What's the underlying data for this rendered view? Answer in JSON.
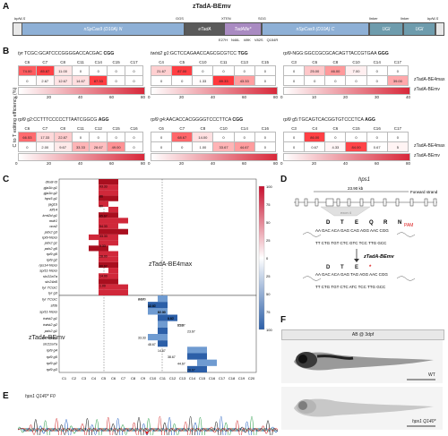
{
  "panels": {
    "a": "A",
    "b": "B",
    "c": "C",
    "d": "D",
    "e": "E",
    "f": "F"
  },
  "construct": {
    "title": "zTadA-BEmv",
    "bpNLS_left": "bpNLS",
    "GGS": "GGS",
    "XTEN": "XTEN",
    "SGG": "SGG",
    "linker1": "linker",
    "linker2": "linker",
    "bpNLS_right": "bpNLS",
    "nCas9_N": "nSpCas9 (D10A) N",
    "eTadA": "eTadA",
    "TadA8e": "TadA8e*",
    "nCas9_C": "nSpCas9 (D10A) C",
    "UGI1": "UGI",
    "UGI2": "UGI",
    "mutations": [
      "E27H",
      "N46L",
      "I49K",
      "V82S",
      "Q154R"
    ]
  },
  "panelB": {
    "ylabel": "C to T editing efficiency (%)",
    "row_labels": [
      "zTadA-BE4max",
      "zTadA-BEmv"
    ],
    "blocks": [
      {
        "title_gene": "tyr",
        "title_seq": " TCGC:GCATCCCGGGGACCACGAC ",
        "title_pam": "CGG",
        "cols": [
          "C6",
          "C7",
          "C8",
          "C11",
          "C14",
          "C15",
          "C17"
        ],
        "row1": [
          "74.00",
          "85.87",
          "11.00",
          "0",
          "0",
          "0",
          "0"
        ],
        "row2": [
          "0",
          "2.67",
          "12.67",
          "14.67",
          "87.33",
          "0",
          "0"
        ],
        "ticks": [
          "0",
          "20",
          "40",
          "60",
          "80"
        ]
      },
      {
        "title_gene": "twist2 g1",
        "title_seq": ":GCTCCAGAACCAGCGCGTCC ",
        "title_pam": "TGG",
        "cols": [
          "C4",
          "C5",
          "C10",
          "C11",
          "C13",
          "C15"
        ],
        "row1": [
          "21.67",
          "87.00",
          "0",
          "0",
          "0",
          "0"
        ],
        "row2": [
          "0",
          "0",
          "1.33",
          "89.33",
          "43.33",
          "0"
        ],
        "ticks": [
          "0",
          "20",
          "40",
          "60",
          "80"
        ]
      },
      {
        "title_gene": "rpl9",
        "title_seq": "-NGG:GGCCGCGCACAGTTACCGTGAA ",
        "title_pam": "GGG",
        "cols": [
          "C3",
          "C6",
          "C8",
          "C10",
          "C14",
          "C17"
        ],
        "row1": [
          "0",
          "25.00",
          "46.00",
          "7.00",
          "0",
          "0"
        ],
        "row2": [
          "0",
          "0",
          "0",
          "0",
          "0",
          "39.00"
        ],
        "ticks": [
          "0",
          "10",
          "20",
          "30",
          "40"
        ]
      },
      {
        "title_gene": "rpl9",
        "title_seq": " g2:CCTTTCCCCCTTAATCGGCG ",
        "title_pam": "AGG",
        "cols": [
          "C6",
          "C7",
          "C8",
          "C11",
          "C12",
          "C15",
          "C16"
        ],
        "row1": [
          "66.53",
          "17.33",
          "22.87",
          "0",
          "0",
          "0",
          "0"
        ],
        "row2": [
          "0",
          "2.00",
          "9.67",
          "33.33",
          "28.67",
          "49.00",
          "0"
        ],
        "ticks": [
          "0",
          "20",
          "40",
          "60",
          "80"
        ]
      },
      {
        "title_gene": "rpl9",
        "title_seq": " g4:AACACCACGGGGTCCCTTCA ",
        "title_pam": "CGG",
        "cols": [
          "C6",
          "C7",
          "C8",
          "C10",
          "C14",
          "C16"
        ],
        "row1": [
          "0",
          "68.67",
          "14.00",
          "0",
          "0",
          "0"
        ],
        "row2": [
          "0",
          "0",
          "1.00",
          "33.67",
          "44.67",
          "0"
        ],
        "ticks": [
          "0",
          "20",
          "40",
          "60",
          "80"
        ]
      },
      {
        "title_gene": "rpl9",
        "title_seq": " g5:TGCAGTCACGGTGTCCCTCA ",
        "title_pam": "AGG",
        "cols": [
          "C3",
          "C4",
          "C6",
          "C15",
          "C16",
          "C17"
        ],
        "row1": [
          "0",
          "86.00",
          "0",
          "0",
          "0",
          "0"
        ],
        "row2": [
          "0",
          "0.67",
          "4.33",
          "84.00",
          "0.67",
          "5"
        ],
        "ticks": [
          "0",
          "20",
          "40",
          "60",
          "80"
        ]
      }
    ]
  },
  "panelC": {
    "top_label": "zTadA-BE4max",
    "bottom_label": "zTadA-BEmv",
    "colorbar_ticks": [
      "100",
      "75",
      "50",
      "25",
      "0",
      "25",
      "50",
      "75",
      "100"
    ],
    "x_ticks": [
      "C1",
      "C2",
      "C3",
      "C4",
      "C5",
      "C6",
      "C7",
      "C8",
      "C9",
      "C10",
      "C11",
      "C12",
      "C13",
      "C14",
      "C15",
      "C16",
      "C17",
      "C18",
      "C19",
      "C20"
    ],
    "top_rows": [
      "dhx8-t3",
      "gja1b g1",
      "gja1b g2",
      "hps5 g1",
      "jag1b",
      "kif14",
      "kmt2d g1",
      "mdr1",
      "oca2",
      "pdx2 g3",
      "rpl9-NGG",
      "pdx2 g1",
      "pdx2 g5",
      "rpl9 g5",
      "rpl9 g2",
      "rps14-NGG",
      "spi11-NGG",
      "slc22a7a",
      "slc24a5",
      "tyr TCGC",
      "tyr g3"
    ],
    "bottom_rows": [
      "tyr TCGC",
      "sf3b",
      "spi11-NGG",
      "twist2 g1",
      "twist2 g2",
      "pdx2 g1",
      "rpl9-NGG",
      "slc22a7a",
      "rpl9 g4",
      "rpl9 g5",
      "rpl9 g2",
      "rpl9 g3"
    ],
    "top_values": [
      "93.33",
      "86",
      "80",
      "65.67",
      "54.33",
      "33.33",
      "9.33",
      "28.00",
      "60.67",
      "14.00",
      "1.00"
    ],
    "bottom_values": [
      "2.67",
      "12.67",
      "87.33",
      "0.67",
      "1.33",
      "23.67",
      "33.33",
      "48.67",
      "14.67",
      "38.67",
      "44.67",
      "28.67",
      "44.00",
      "33.33",
      "84.00",
      "1.33",
      "85.87"
    ]
  },
  "panelD": {
    "gene": "hps1",
    "scale": "23.90 kb",
    "strand": "Forward strand",
    "exon": "exon 4",
    "aa_wt": [
      "D",
      "T",
      "E",
      "Q",
      "R",
      "N"
    ],
    "seq_wt": "AA GAC ACA GAG CAG AGG AAC CGG",
    "seq_comp": "TT CTG TGT CTC GTC TCC TTG GCC",
    "pam": "PAM",
    "editor": "zTadA-BEmv",
    "aa_mut": [
      "D",
      "T",
      "E",
      "*"
    ],
    "seq_mut": "AA GAC ACA GAG TAG AGG AAC CGG",
    "seq_mut_comp": "TT CTG TGT CTC ATC TCC TTG GCC"
  },
  "panelE": {
    "label": "hps1 Q140* F0"
  },
  "panelF": {
    "header": "AB @ 3dpf",
    "wt_label": "WT",
    "mut_label": "hps1 Q140*"
  }
}
